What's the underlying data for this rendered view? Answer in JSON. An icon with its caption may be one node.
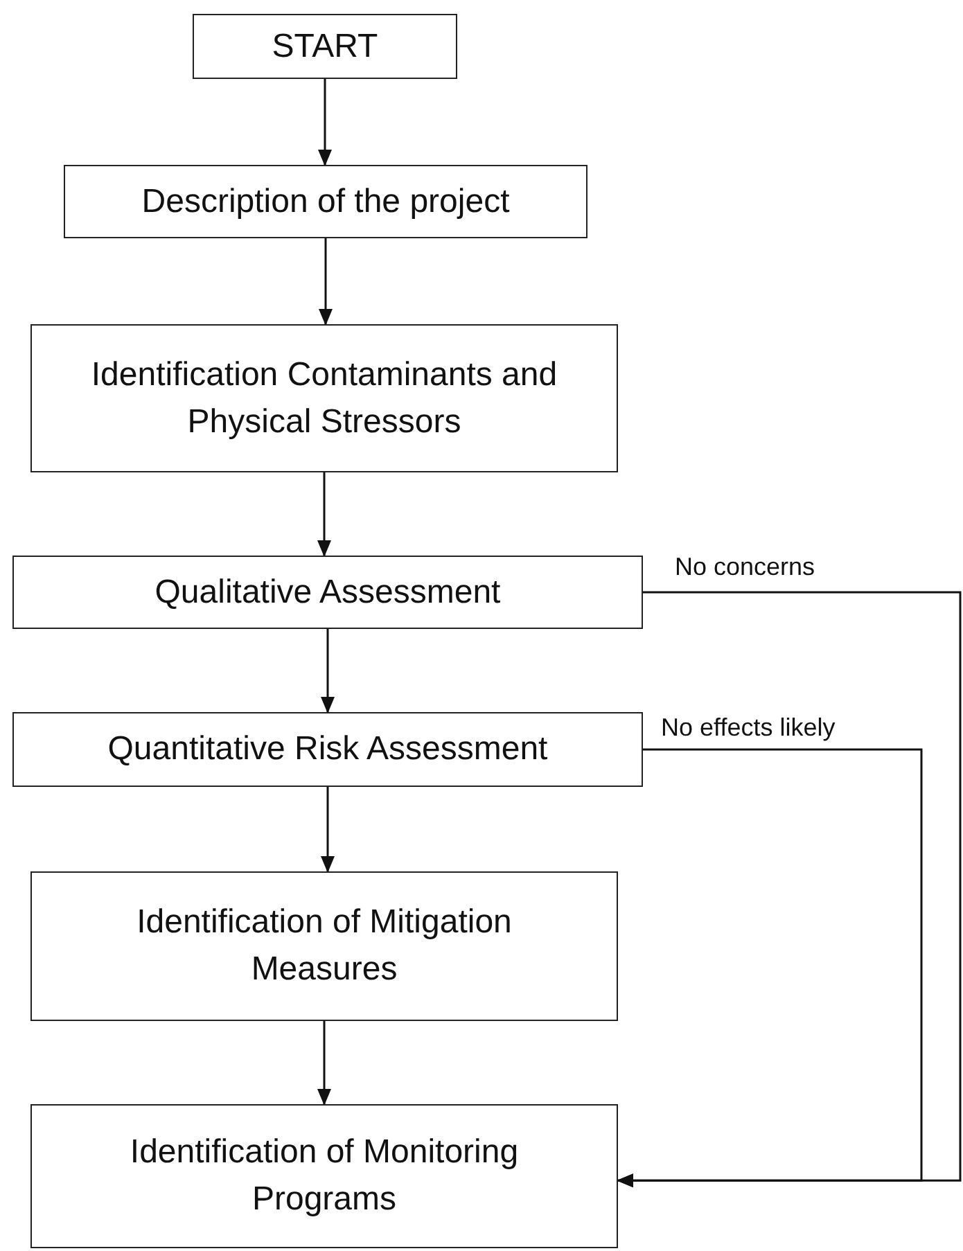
{
  "diagram": {
    "nodes": [
      {
        "text": [
          "START"
        ]
      },
      {
        "text": [
          "Description of the project"
        ]
      },
      {
        "text": [
          "Identification Contaminants and Physical Stressors"
        ]
      },
      {
        "text": [
          "Qualitative Assessment"
        ]
      },
      {
        "text": [
          "Quantitative Risk Assessment"
        ]
      },
      {
        "text": [
          "Identification of Mitigation Measures"
        ]
      },
      {
        "text": [
          "Identification of Monitoring Programs"
        ]
      }
    ],
    "edges": [
      {
        "from": 0,
        "to": 1,
        "arrow": "to"
      },
      {
        "from": 1,
        "to": 2,
        "arrow": "to"
      },
      {
        "from": 2,
        "to": 3,
        "arrow": "to"
      },
      {
        "from": 3,
        "to": 4,
        "arrow": "to"
      },
      {
        "from": 4,
        "to": 5,
        "arrow": "to"
      },
      {
        "from": 5,
        "to": 6,
        "arrow": "to"
      },
      {
        "from": 3,
        "to": 6,
        "arrow": "to",
        "label": "No concerns"
      },
      {
        "from": 4,
        "to": 6,
        "arrow": "to",
        "label": "No effects likely"
      }
    ]
  }
}
